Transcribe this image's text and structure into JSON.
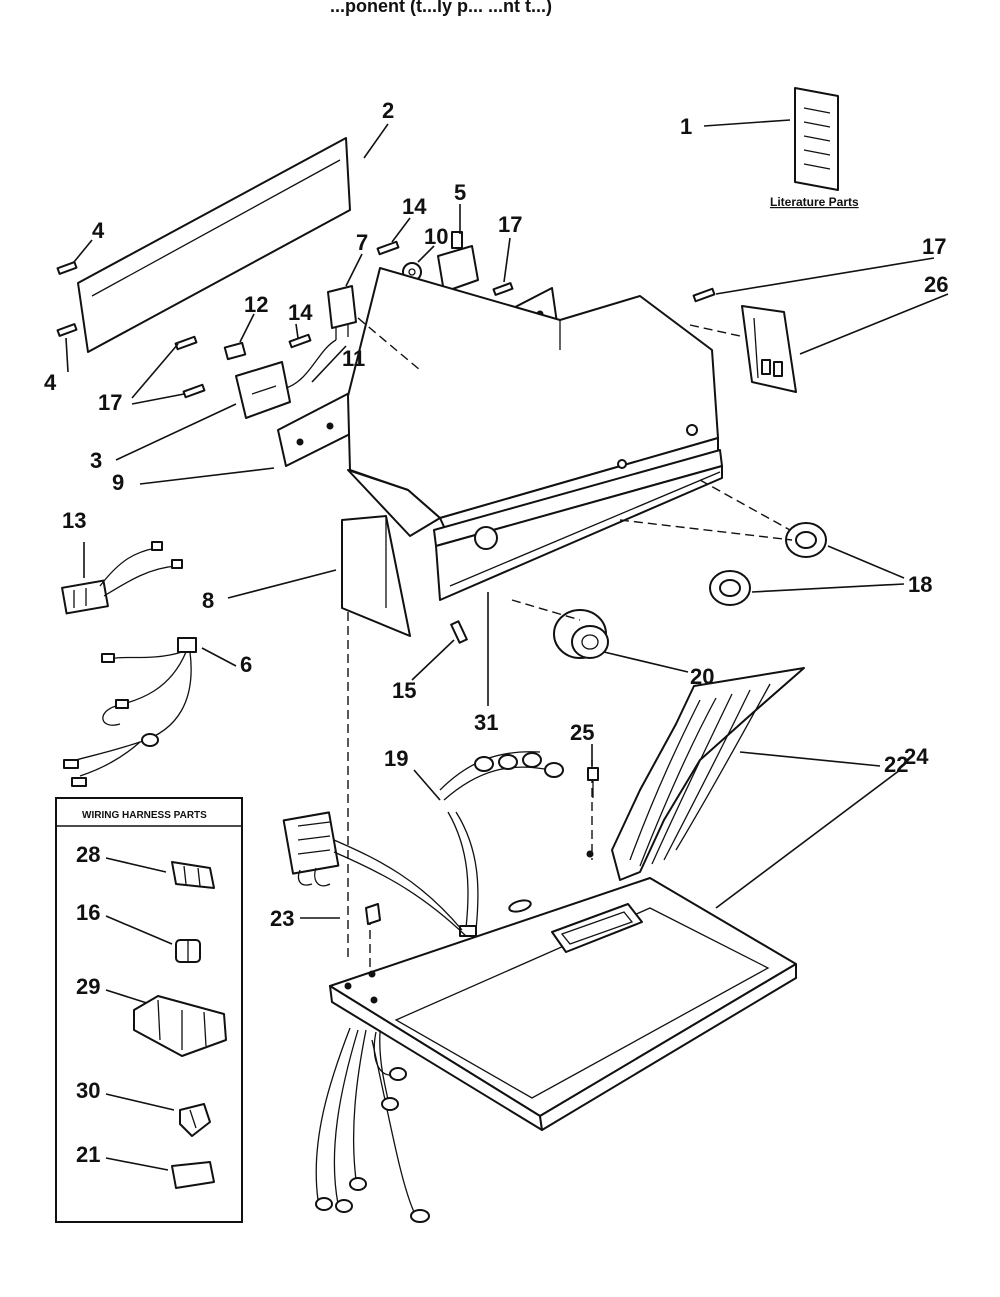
{
  "header": {
    "top_text": "...ponent (t...ly p... ...nt t...)"
  },
  "literature": {
    "label": "Literature Parts"
  },
  "harness_box": {
    "title": "WIRING HARNESS PARTS",
    "items": [
      {
        "num": "28"
      },
      {
        "num": "16"
      },
      {
        "num": "29"
      },
      {
        "num": "30"
      },
      {
        "num": "21"
      }
    ]
  },
  "callouts": [
    "1",
    "2",
    "4",
    "4",
    "7",
    "14",
    "10",
    "5",
    "17",
    "17",
    "26",
    "12",
    "14",
    "11",
    "17",
    "3",
    "9",
    "13",
    "8",
    "6",
    "15",
    "31",
    "20",
    "18",
    "25",
    "19",
    "22",
    "24",
    "23"
  ]
}
